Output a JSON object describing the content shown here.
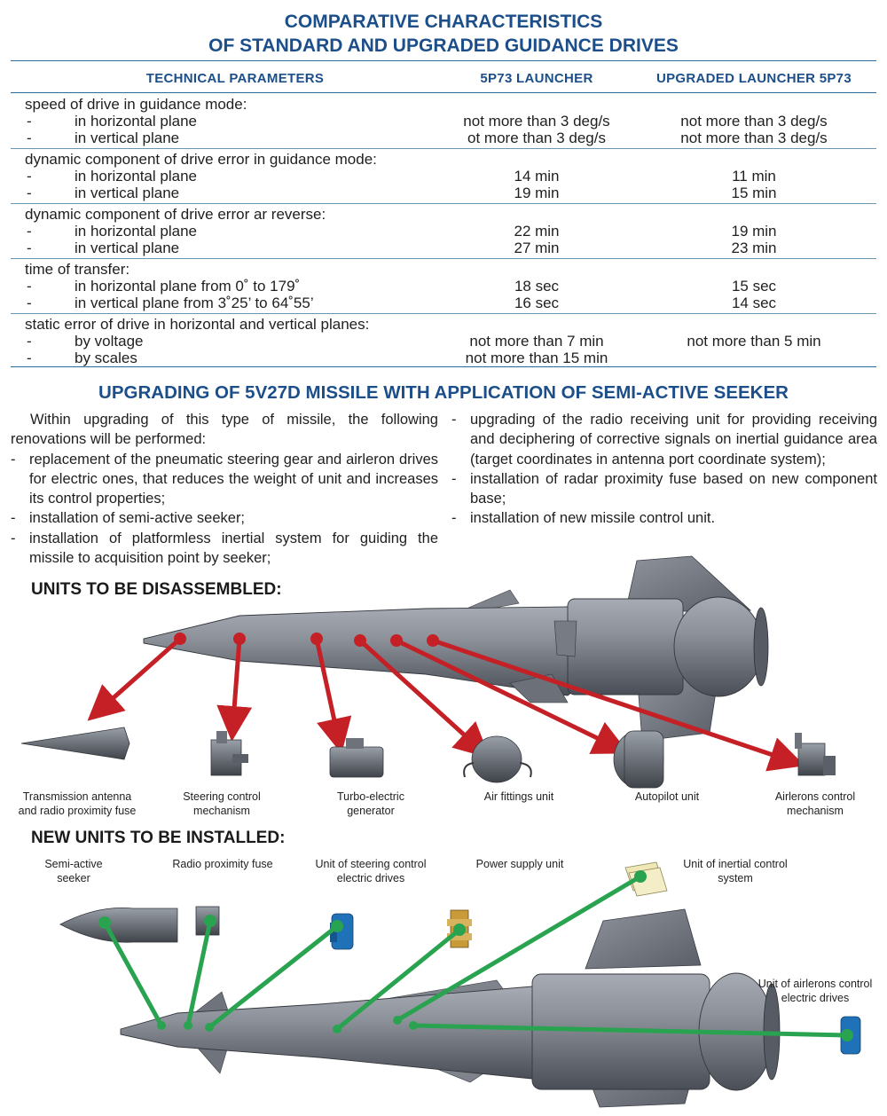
{
  "header": {
    "title_line1": "COMPARATIVE CHARACTERISTICS",
    "title_line2": "OF STANDARD AND UPGRADED GUIDANCE DRIVES"
  },
  "table": {
    "columns": [
      "TECHNICAL PARAMETERS",
      "5P73 LAUNCHER",
      "UPGRADED LAUNCHER 5P73"
    ],
    "rows": [
      {
        "label": "speed of drive in guidance mode:",
        "subs": [
          {
            "dash": "-",
            "text": "in horizontal plane",
            "std": "not more than 3 deg/s",
            "upg": "not more than 3 deg/s"
          },
          {
            "dash": "-",
            "text": "in vertical plane",
            "std": "ot more than 3 deg/s",
            "upg": "not more than 3 deg/s"
          }
        ]
      },
      {
        "label": "dynamic component of drive error in guidance mode:",
        "subs": [
          {
            "dash": "-",
            "text": "in horizontal plane",
            "std": "14 min",
            "upg": "11 min"
          },
          {
            "dash": "-",
            "text": "in vertical plane",
            "std": "19 min",
            "upg": "15 min"
          }
        ]
      },
      {
        "label": "dynamic component of drive error ar reverse:",
        "subs": [
          {
            "dash": "-",
            "text": "in horizontal plane",
            "std": "22 min",
            "upg": "19 min"
          },
          {
            "dash": "-",
            "text": "in vertical plane",
            "std": "27 min",
            "upg": "23 min"
          }
        ]
      },
      {
        "label": "time of transfer:",
        "subs": [
          {
            "dash": "-",
            "text": "in horizontal plane from 0˚ to 179˚",
            "std": "18 sec",
            "upg": "15 sec"
          },
          {
            "dash": "-",
            "text": "in vertical plane from 3˚25’ to 64˚55’",
            "std": "16 sec",
            "upg": "14 sec"
          }
        ]
      },
      {
        "label": "static error of drive in horizontal and vertical planes:",
        "subs": [
          {
            "dash": "-",
            "text": "by voltage",
            "std": "not more than 7 min",
            "upg": "not more than 5 min"
          },
          {
            "dash": "-",
            "text": "by scales",
            "std": "not more than 15 min",
            "upg": ""
          }
        ]
      }
    ]
  },
  "section2": {
    "title": "UPGRADING OF 5V27D MISSILE WITH APPLICATION OF SEMI-ACTIVE SEEKER",
    "intro": "Within upgrading of this type of missile, the following renovations will be performed:",
    "left_items": [
      "replacement of the pneumatic steering gear and airleron drives for electric ones, that reduces the weight of unit and increases its control properties;",
      "installation of semi-active seeker;",
      "installation of platformless inertial system for guiding the missile to acquisition point by seeker;"
    ],
    "right_items": [
      "upgrading of the radio receiving unit for providing receiving and deciphering of corrective signals on inertial guidance area (target coordinates in antenna port coordinate system);",
      "installation of radar proximity fuse based on new component base;",
      "installation of new missile control unit."
    ]
  },
  "disassembled": {
    "heading": "UNITS TO BE DISASSEMBLED:",
    "arrow_color": "#c42026",
    "captions": [
      {
        "l1": "Transmission antenna",
        "l2": "and radio proximity fuse"
      },
      {
        "l1": "Steering control",
        "l2": "mechanism"
      },
      {
        "l1": "Turbo-electric",
        "l2": "generator"
      },
      {
        "l1": "Air fittings unit",
        "l2": ""
      },
      {
        "l1": "Autopilot unit",
        "l2": ""
      },
      {
        "l1": "Airlerons control",
        "l2": "mechanism"
      }
    ]
  },
  "installed": {
    "heading": "NEW UNITS TO BE INSTALLED:",
    "arrow_color": "#2aa350",
    "captions": [
      {
        "l1": "Semi-active",
        "l2": "seeker"
      },
      {
        "l1": "Radio proximity fuse",
        "l2": ""
      },
      {
        "l1": "Unit of steering control",
        "l2": "electric drives"
      },
      {
        "l1": "Power supply unit",
        "l2": ""
      },
      {
        "l1": "Unit of inertial control",
        "l2": "system"
      },
      {
        "l1": "Unit of airlerons control",
        "l2": "electric drives"
      }
    ]
  }
}
